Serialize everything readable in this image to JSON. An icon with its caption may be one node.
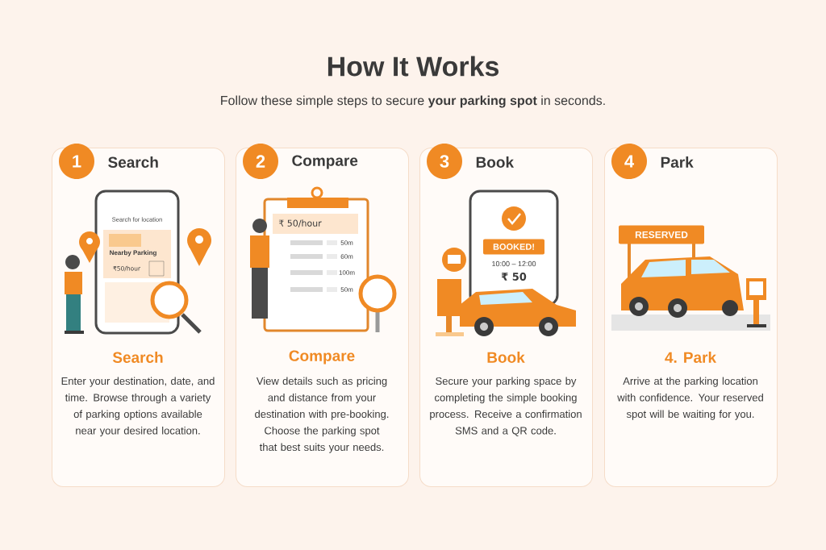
{
  "diagram": {
    "title": "How It Works",
    "nodes": [
      {
        "text": [
          "Search",
          "Search",
          "Enter your destination, date, and time. Browse through a variety of parking options available near your desired location."
        ]
      },
      {
        "text": [
          "1"
        ],
        "in": 0
      },
      {
        "text": [
          "Compare",
          "Compare",
          "View details such as pricing and distance from your destination with pre-booking. Choose the parking spot that best suits your needs."
        ]
      },
      {
        "text": [
          "2"
        ],
        "in": 2
      },
      {
        "text": [
          "Book",
          "Book",
          "Secure your parking space by completing the simple booking process. Receive a confirmation SMS and a QR code."
        ]
      },
      {
        "text": [
          "3"
        ],
        "in": 4
      },
      {
        "text": [
          "Park",
          "4. Park",
          "Arrive at the parking location with confidence. Your reserved spot will be waiting for you."
        ]
      },
      {
        "text": [
          "4"
        ],
        "in": 6
      }
    ],
    "labels": [
      "Follow these simple steps to secure **your parking spot** in seconds.",
      "Search for location",
      "Nearby Parking",
      "₹50/hour",
      "₹ 50/hour",
      "50m",
      "60m",
      "100m",
      "50m",
      "BOOKED!",
      "10:00 – 12:00",
      "₹ 50",
      "RESERVED"
    ]
  }
}
